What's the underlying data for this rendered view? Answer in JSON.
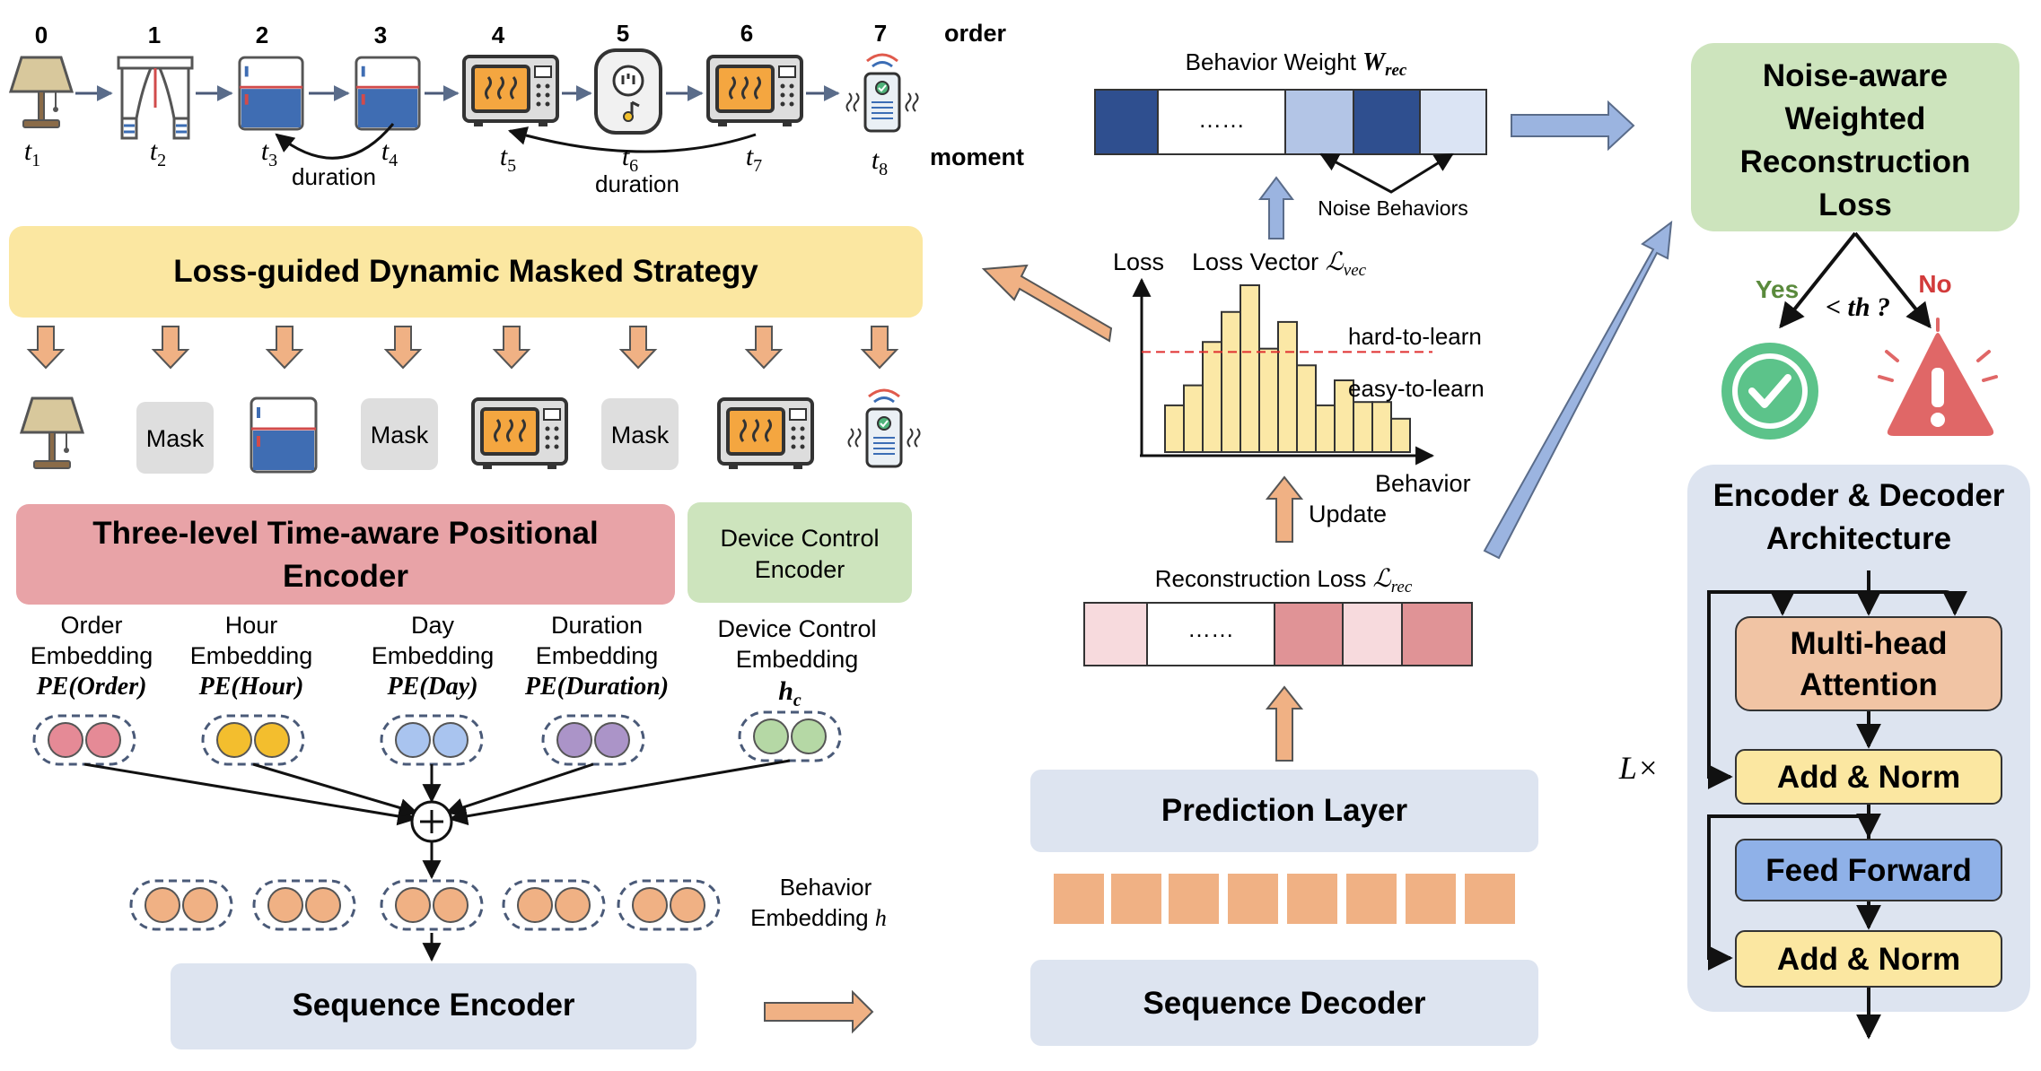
{
  "timeline": {
    "order_numbers": [
      "0",
      "1",
      "2",
      "3",
      "4",
      "5",
      "6",
      "7"
    ],
    "order_label": "order",
    "moment_label": "moment",
    "moments": [
      {
        "base": "t",
        "sub": "1"
      },
      {
        "base": "t",
        "sub": "2"
      },
      {
        "base": "t",
        "sub": "3"
      },
      {
        "base": "t",
        "sub": "4"
      },
      {
        "base": "t",
        "sub": "5"
      },
      {
        "base": "t",
        "sub": "6"
      },
      {
        "base": "t",
        "sub": "7"
      },
      {
        "base": "t",
        "sub": "8"
      }
    ],
    "duration_label_1": "duration",
    "duration_label_2": "duration",
    "device_icons": [
      "lamp-icon",
      "curtain-icon",
      "fridge-icon",
      "fridge-icon",
      "microwave-icon",
      "smart-plug-icon",
      "microwave-icon",
      "air-purifier-icon"
    ]
  },
  "masked_strategy": {
    "title": "Loss-guided Dynamic Masked Strategy",
    "mask_label": "Mask",
    "items": [
      "lamp-icon",
      "Mask",
      "fridge-icon",
      "Mask",
      "microwave-icon",
      "Mask",
      "microwave-icon",
      "air-purifier-icon"
    ]
  },
  "positional_encoder": {
    "title_line1": "Three-level Time-aware Positional",
    "title_line2": "Encoder",
    "embeddings": [
      {
        "line1": "Order",
        "line2": "Embedding",
        "formula": "PE(Order)",
        "color": "#e58a96"
      },
      {
        "line1": "Hour",
        "line2": "Embedding",
        "formula": "PE(Hour)",
        "color": "#f3be2e"
      },
      {
        "line1": "Day",
        "line2": "Embedding",
        "formula": "PE(Day)",
        "color": "#a9c4ef"
      },
      {
        "line1": "Duration",
        "line2": "Embedding",
        "formula": "PE(Duration)",
        "color": "#ab94c8"
      }
    ]
  },
  "device_control": {
    "title_line1": "Device Control",
    "title_line2": "Encoder",
    "emb_line1": "Device Control",
    "emb_line2": "Embedding",
    "symbol_base": "h",
    "symbol_sub": "c",
    "color": "#b5d8a5"
  },
  "behavior_embedding": {
    "line1": "Behavior",
    "line2": "Embedding",
    "symbol": "h",
    "color": "#f0b184"
  },
  "sequence_encoder": {
    "label": "Sequence Encoder"
  },
  "sequence_decoder": {
    "label": "Sequence Decoder"
  },
  "prediction_layer": {
    "label": "Prediction Layer"
  },
  "reconstruction_loss": {
    "label": "Reconstruction Loss",
    "symbol": "ℒ",
    "sub": "rec",
    "ellipsis": "……"
  },
  "behavior_weight": {
    "label": "Behavior Weight",
    "symbol": "W",
    "sub": "rec",
    "ellipsis": "……",
    "noise_label": "Noise Behaviors"
  },
  "loss_chart": {
    "y_label": "Loss",
    "vector_label": "Loss Vector",
    "vector_symbol": "ℒ",
    "vector_sub": "vec",
    "x_label": "Behavior",
    "hard_label": "hard-to-learn",
    "easy_label": "easy-to-learn",
    "update_label": "Update"
  },
  "chart_data": {
    "type": "bar",
    "title": "Loss Vector ℒvec",
    "xlabel": "Behavior",
    "ylabel": "Loss",
    "values": [
      0.28,
      0.4,
      0.66,
      0.84,
      1.0,
      0.62,
      0.78,
      0.52,
      0.28,
      0.43,
      0.3,
      0.3,
      0.2
    ],
    "threshold": 0.6,
    "threshold_style": "dashed red",
    "bar_color": "#fbe8a6"
  },
  "noise_loss": {
    "line1": "Noise-aware",
    "line2": "Weighted",
    "line3": "Reconstruction",
    "line4": "Loss",
    "yes_label": "Yes",
    "no_label": "No",
    "condition": "< th ?"
  },
  "architecture": {
    "title_line1": "Encoder & Decoder",
    "title_line2": "Architecture",
    "multihead_line1": "Multi-head",
    "multihead_line2": "Attention",
    "add_norm_1": "Add & Norm",
    "feed_forward": "Feed Forward",
    "add_norm_2": "Add & Norm",
    "repeat": "L×"
  }
}
